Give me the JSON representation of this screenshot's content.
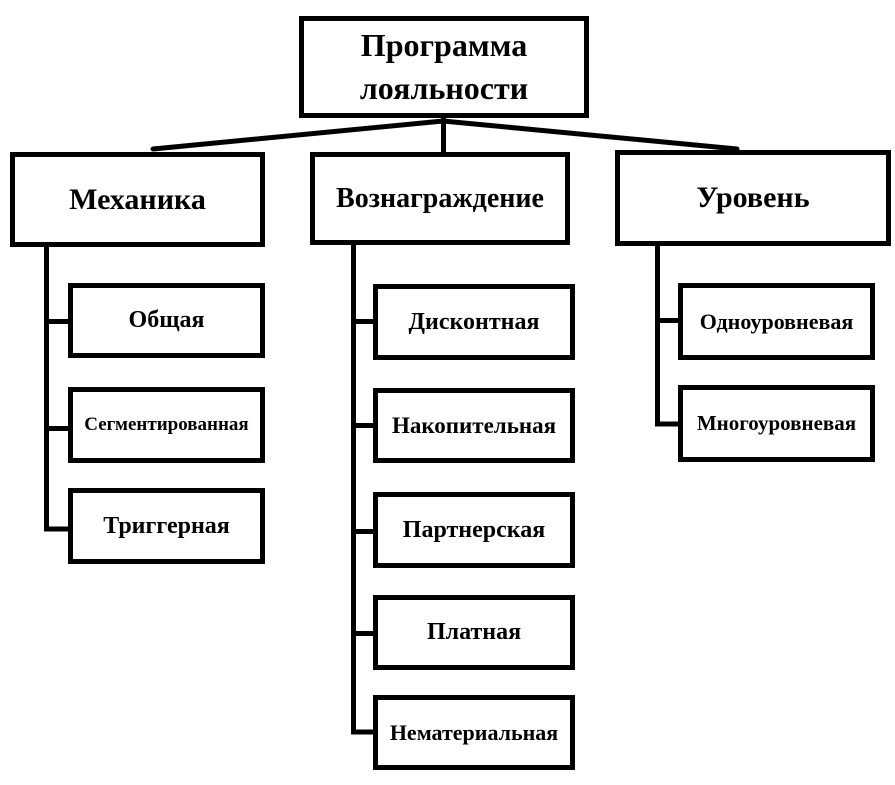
{
  "diagram": {
    "title": "Программа лояльности",
    "root": {
      "label": "Программа лояльности"
    },
    "branches": [
      {
        "label": "Механика",
        "children": [
          {
            "label": "Общая"
          },
          {
            "label": "Сегментированная"
          },
          {
            "label": "Триггерная"
          }
        ]
      },
      {
        "label": "Вознаграждение",
        "children": [
          {
            "label": "Дисконтная"
          },
          {
            "label": "Накопительная"
          },
          {
            "label": "Партнерская"
          },
          {
            "label": "Платная"
          },
          {
            "label": "Нематериальная"
          }
        ]
      },
      {
        "label": "Уровень",
        "children": [
          {
            "label": "Одноуровневая"
          },
          {
            "label": "Многоуровневая"
          }
        ]
      }
    ],
    "colors": {
      "line": "#000000",
      "box_border": "#000000",
      "box_fill": "#ffffff",
      "text": "#000000",
      "background": "#ffffff"
    }
  }
}
